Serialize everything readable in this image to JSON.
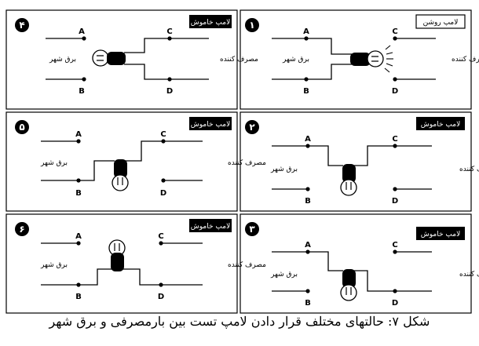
{
  "caption": "شکل ۷: حالتهای مختلف قرار دادن لامپ تست بین بارمصرفی و برق شهر",
  "labels": {
    "source": "برق شهر",
    "consumer": "مصرف کننده",
    "A": "A",
    "B": "B",
    "C": "C",
    "D": "D"
  },
  "panels": [
    {
      "number": "۴",
      "status": "لامپ خاموش",
      "lamp_on": false
    },
    {
      "number": "۱",
      "status": "لامپ روشن",
      "lamp_on": true
    },
    {
      "number": "۵",
      "status": "لامپ خاموش",
      "lamp_on": false
    },
    {
      "number": "۲",
      "status": "لامپ خاموش",
      "lamp_on": false
    },
    {
      "number": "۶",
      "status": "لامپ خاموش",
      "lamp_on": false
    },
    {
      "number": "۳",
      "status": "لامپ خاموش",
      "lamp_on": false
    }
  ]
}
